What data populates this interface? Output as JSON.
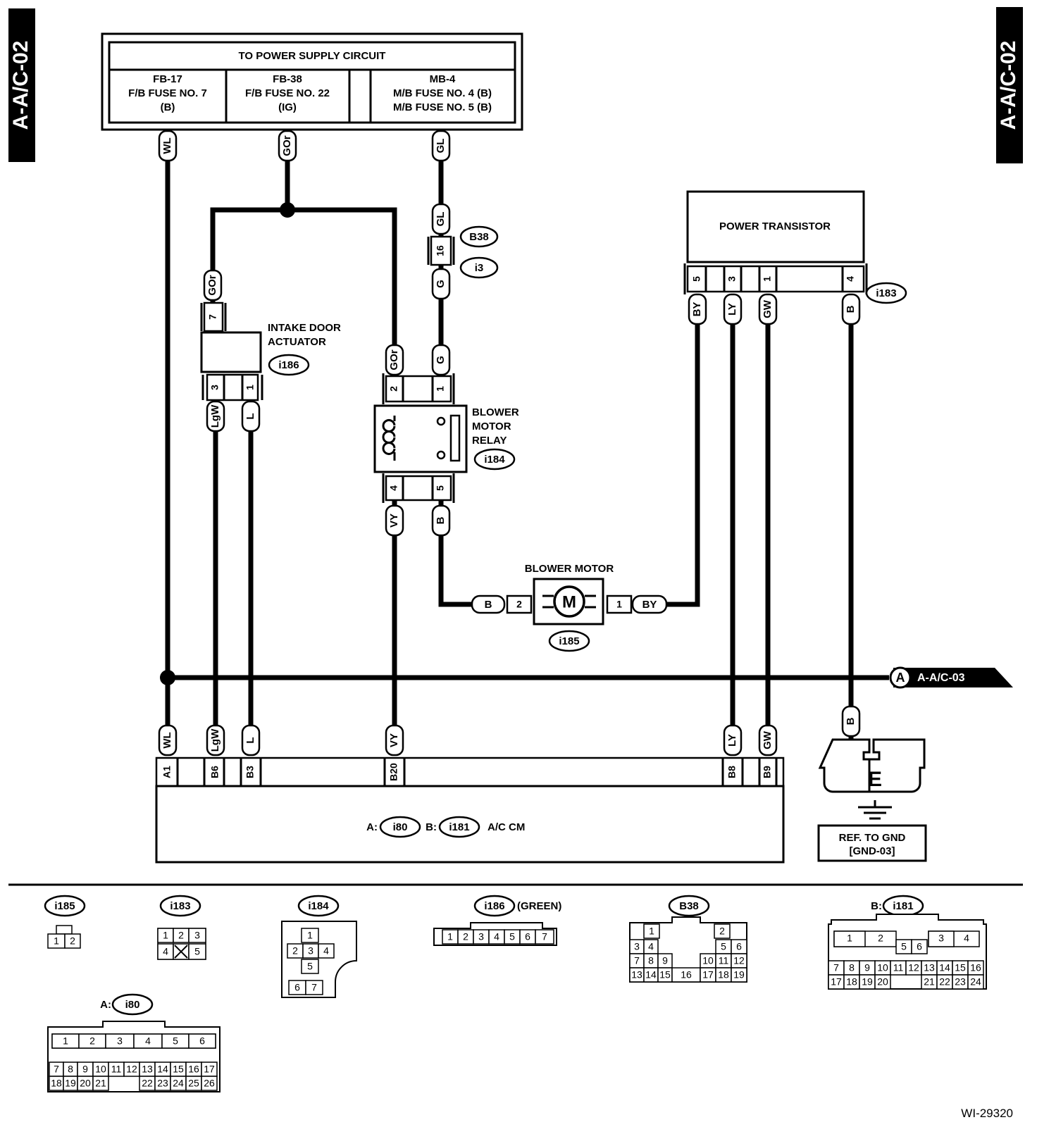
{
  "side_tabs": {
    "left": "A-A/C-02",
    "right": "A-A/C-02"
  },
  "power_supply": {
    "title": "TO POWER SUPPLY CIRCUIT",
    "fuses": [
      {
        "l1": "FB-17",
        "l2": "F/B FUSE NO. 7",
        "l3": "(B)"
      },
      {
        "l1": "FB-38",
        "l2": "F/B FUSE NO. 22",
        "l3": "(IG)"
      },
      {
        "l1": "MB-4",
        "l2": "M/B FUSE NO. 4 (B)",
        "l3": "M/B FUSE NO. 5 (B)"
      }
    ]
  },
  "wire_colors": {
    "wl": "WL",
    "gor": "GOr",
    "gl": "GL",
    "g": "G",
    "lgw": "LgW",
    "l": "L",
    "vy": "VY",
    "b": "B",
    "by": "BY",
    "ly": "LY",
    "gw": "GW"
  },
  "pins": {
    "p1": "1",
    "p2": "2",
    "p3": "3",
    "p4": "4",
    "p5": "5",
    "p7": "7",
    "p16": "16",
    "a1": "A1",
    "b6": "B6",
    "b3": "B3",
    "b20": "B20",
    "b8": "B8",
    "b9": "B9"
  },
  "components": {
    "intake_l1": "INTAKE DOOR",
    "intake_l2": "ACTUATOR",
    "relay_l1": "BLOWER",
    "relay_l2": "MOTOR",
    "relay_l3": "RELAY",
    "blower_motor": "BLOWER MOTOR",
    "motor_symbol": "M",
    "power_transistor": "POWER TRANSISTOR",
    "ground_symbol": "E",
    "gnd_ref_l1": "REF. TO GND",
    "gnd_ref_l2": "[GND-03]",
    "acm_a": "A:",
    "acm_b": "B:",
    "acm_label": "A/C CM"
  },
  "connector_ids": {
    "b38": "B38",
    "i3": "i3",
    "i183": "i183",
    "i184": "i184",
    "i185": "i185",
    "i186": "i186",
    "i80": "i80",
    "i181": "i181"
  },
  "offpage": {
    "marker": "A",
    "ref": "A-A/C-03"
  },
  "views": {
    "i185": {
      "id": "i185",
      "pins": [
        "1",
        "2"
      ]
    },
    "i183": {
      "id": "i183",
      "pins": [
        "1",
        "2",
        "3",
        "4",
        "5"
      ]
    },
    "i184": {
      "id": "i184",
      "pins": [
        "1",
        "2",
        "3",
        "4",
        "5",
        "6",
        "7"
      ]
    },
    "i186": {
      "id": "i186",
      "suffix": "(GREEN)",
      "pins": [
        "1",
        "2",
        "3",
        "4",
        "5",
        "6",
        "7"
      ]
    },
    "b38": {
      "id": "B38",
      "pins": [
        "1",
        "2",
        "3",
        "4",
        "5",
        "6",
        "7",
        "8",
        "9",
        "10",
        "11",
        "12",
        "13",
        "14",
        "15",
        "16",
        "17",
        "18",
        "19"
      ]
    },
    "i181": {
      "prefix": "B:",
      "id": "i181",
      "pins": [
        "1",
        "2",
        "3",
        "4",
        "5",
        "6",
        "7",
        "8",
        "9",
        "10",
        "11",
        "12",
        "13",
        "14",
        "15",
        "16",
        "17",
        "18",
        "19",
        "20",
        "21",
        "22",
        "23",
        "24"
      ]
    },
    "i80": {
      "prefix": "A:",
      "id": "i80",
      "pins": [
        "1",
        "2",
        "3",
        "4",
        "5",
        "6",
        "7",
        "8",
        "9",
        "10",
        "11",
        "12",
        "13",
        "14",
        "15",
        "16",
        "17",
        "18",
        "19",
        "20",
        "21",
        "22",
        "23",
        "24",
        "25",
        "26"
      ]
    }
  },
  "figure_code": "WI-29320"
}
